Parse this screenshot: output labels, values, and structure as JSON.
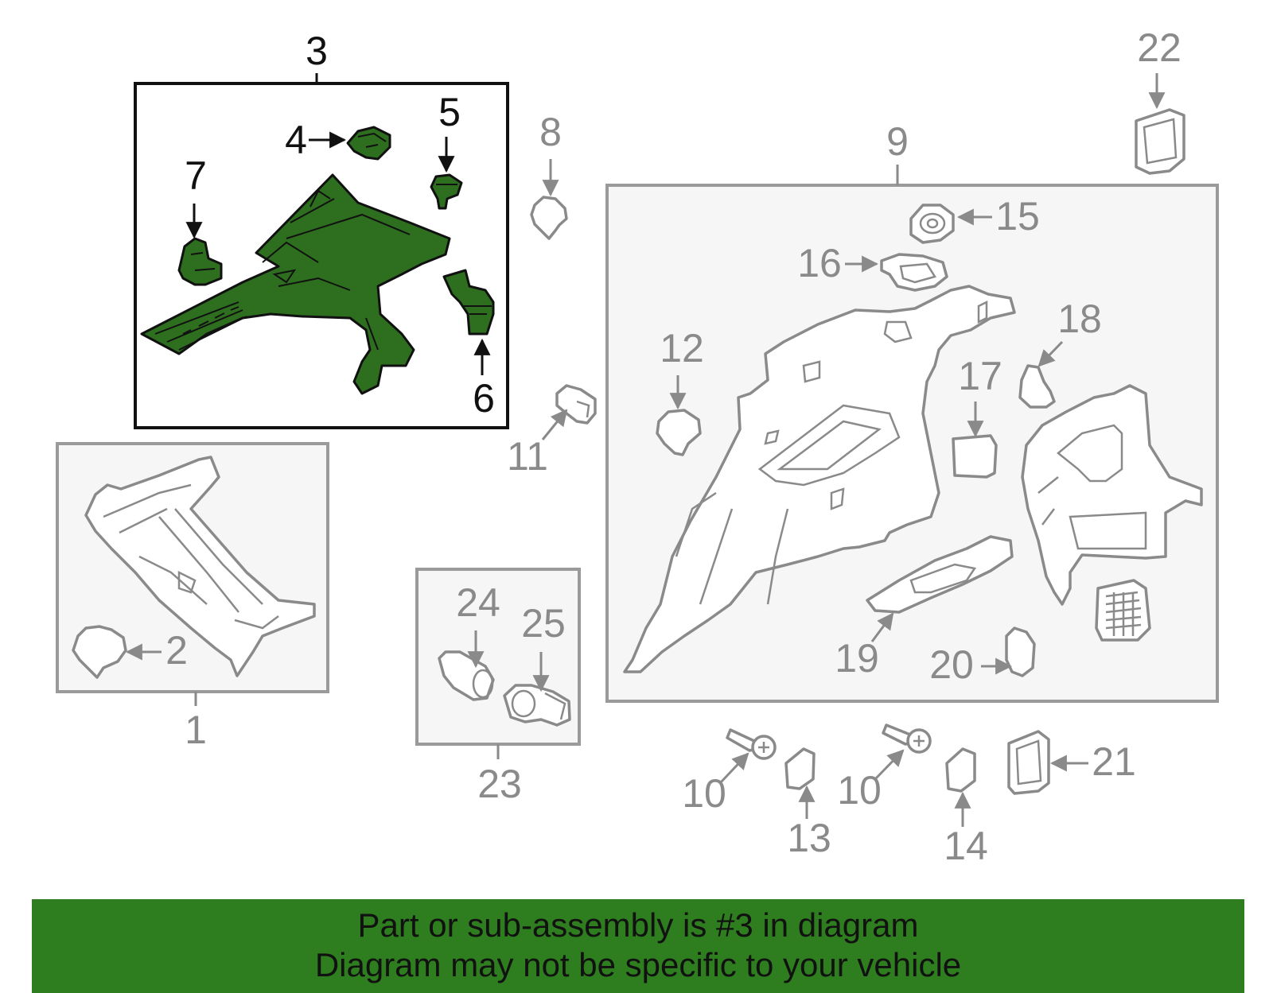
{
  "callouts": {
    "n1": "1",
    "n2": "2",
    "n3": "3",
    "n4": "4",
    "n5": "5",
    "n6": "6",
    "n7": "7",
    "n8": "8",
    "n9": "9",
    "n10a": "10",
    "n10b": "10",
    "n11": "11",
    "n12": "12",
    "n13": "13",
    "n14": "14",
    "n15": "15",
    "n16": "16",
    "n17": "17",
    "n18": "18",
    "n19": "19",
    "n20": "20",
    "n21": "21",
    "n22": "22",
    "n23": "23",
    "n24": "24",
    "n25": "25"
  },
  "banner": {
    "line1": "Part or sub-assembly is #3 in diagram",
    "line2": "Diagram may not be specific to your vehicle"
  },
  "colors": {
    "highlight": "#2e6e1f",
    "banner": "#2e7d1f",
    "line_gray": "#8a8a8a"
  }
}
